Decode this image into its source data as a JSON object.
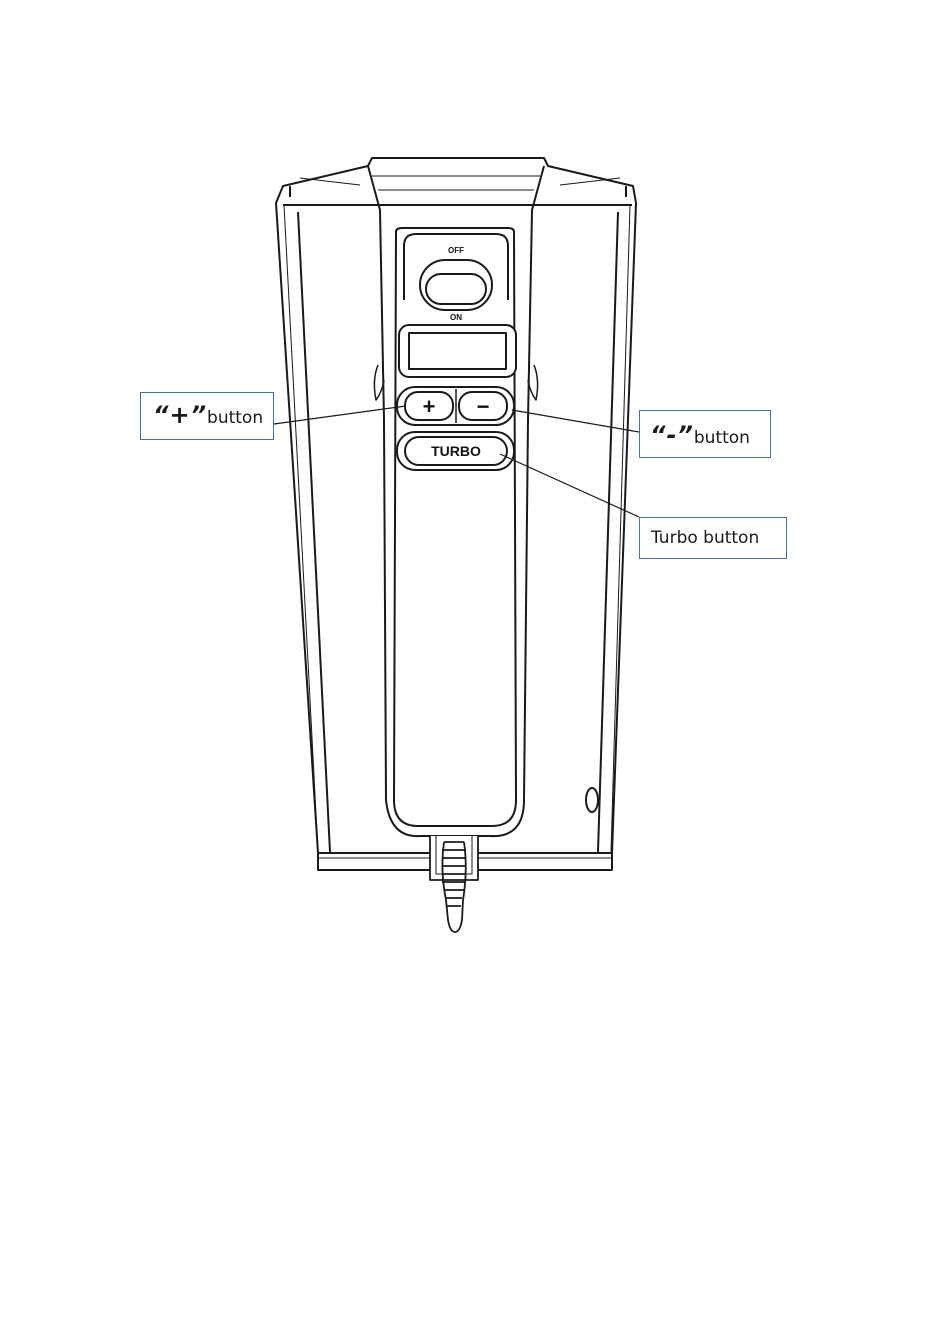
{
  "device": {
    "switch": {
      "off_label": "OFF",
      "on_label": "ON"
    },
    "buttons": {
      "plus_symbol": "+",
      "minus_symbol": "−",
      "turbo_label": "TURBO"
    }
  },
  "callouts": {
    "plus": {
      "quoted": "“+”",
      "word": "button"
    },
    "minus": {
      "quoted": "“-”",
      "word": "button"
    },
    "turbo": {
      "text": "Turbo button"
    }
  },
  "colors": {
    "outline": "#1a1a1a",
    "callout_border": "#41719c"
  }
}
